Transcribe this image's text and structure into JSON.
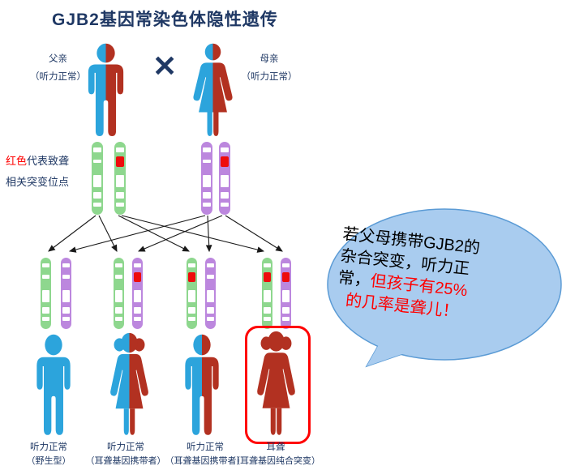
{
  "title": "GJB2基因常染色体隐性遗传",
  "parents": {
    "father": {
      "name": "父亲",
      "status": "（听力正常）"
    },
    "mother": {
      "name": "母亲",
      "status": "（听力正常）"
    },
    "cross": "✕"
  },
  "legend": {
    "highlight": "红色",
    "line1_rest": "代表致聋",
    "line2": "相关突变位点"
  },
  "speech_bubble": {
    "line1": "若父母携带GJB2的",
    "line2": "杂合突变，听力正",
    "line3_black": "常，",
    "line3_red": "但孩子有25%",
    "line4_red": "的几率是聋儿！"
  },
  "children": [
    {
      "hearing": "听力正常",
      "genotype": "（野生型）"
    },
    {
      "hearing": "听力正常",
      "genotype": "（耳聋基因携带者）"
    },
    {
      "hearing": "听力正常",
      "genotype": "（耳聋基因携带者）"
    },
    {
      "hearing": "耳聋",
      "genotype": "（耳聋基因纯合突变）"
    }
  ],
  "chromosomes": {
    "father": [
      {
        "color": "green",
        "mutation": false
      },
      {
        "color": "green",
        "mutation": true
      }
    ],
    "mother": [
      {
        "color": "purple",
        "mutation": false
      },
      {
        "color": "purple",
        "mutation": true
      }
    ],
    "children": [
      [
        {
          "color": "green",
          "mutation": false
        },
        {
          "color": "purple",
          "mutation": false
        }
      ],
      [
        {
          "color": "green",
          "mutation": false
        },
        {
          "color": "purple",
          "mutation": true
        }
      ],
      [
        {
          "color": "green",
          "mutation": true
        },
        {
          "color": "purple",
          "mutation": false
        }
      ],
      [
        {
          "color": "green",
          "mutation": true
        },
        {
          "color": "purple",
          "mutation": true
        }
      ]
    ]
  },
  "colors": {
    "navy_text": "#1F3864",
    "red_text": "#FF0000",
    "figure_blue": "#2CA4DC",
    "figure_red": "#B23121",
    "chromosome_green": "#8ED78E",
    "chromosome_purple": "#BC87DE",
    "mutation_red": "#EE0C0C",
    "bubble_fill": "#A9CCEF",
    "bubble_border": "#5B9BD5",
    "highlight_box_red": "#FF0000"
  }
}
